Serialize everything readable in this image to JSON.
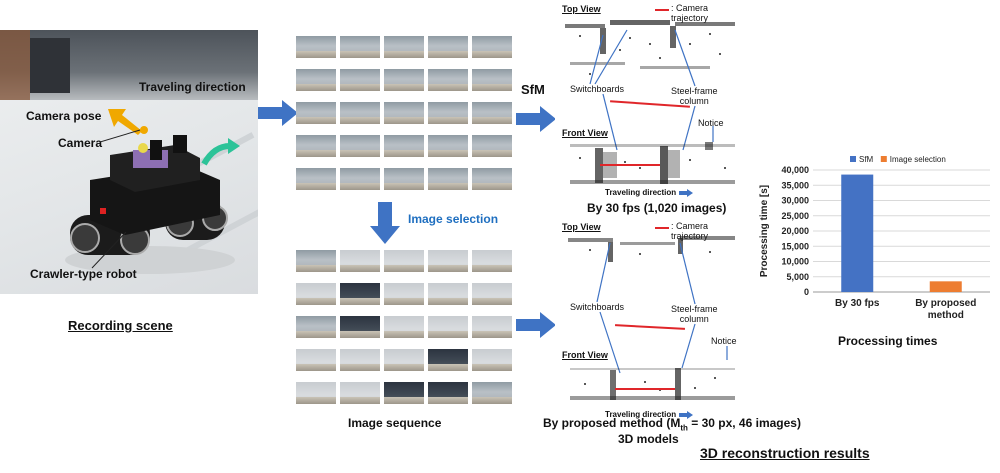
{
  "recording": {
    "traveling_direction": "Traveling direction",
    "camera_pose": "Camera pose",
    "camera": "Camera",
    "robot": "Crawler-type robot",
    "caption": "Recording scene"
  },
  "sequence": {
    "selection_label": "Image selection",
    "caption": "Image sequence"
  },
  "sfm_label": "SfM",
  "model_top": {
    "top_view": "Top View",
    "front_view": "Front View",
    "legend": ": Camera trajectory",
    "switchboards": "Switchboards",
    "steel_line1": "Steel-frame",
    "steel_line2": "column",
    "notice": "Notice",
    "traveling": "Traveling direction",
    "caption": "By 30 fps (1,020 images)"
  },
  "model_bottom": {
    "top_view": "Top View",
    "front_view": "Front View",
    "legend": ": Camera trajectory",
    "switchboards": "Switchboards",
    "steel_line1": "Steel-frame",
    "steel_line2": "column",
    "notice": "Notice",
    "traveling": "Traveling direction",
    "caption_pre": "By proposed method (M",
    "caption_sub": "th",
    "caption_post": " = 30 px, 46 images)"
  },
  "models_caption": "3D models",
  "results_caption": "3D reconstruction results",
  "chart_data": {
    "type": "bar",
    "title": "Processing times",
    "ylabel": "Processing time [s]",
    "categories": [
      "By 30 fps",
      "By proposed method"
    ],
    "category_lines": [
      [
        "By 30 fps"
      ],
      [
        "By proposed",
        "method"
      ]
    ],
    "series": [
      {
        "name": "SfM",
        "color": "#4472c4",
        "values": [
          38500,
          0
        ]
      },
      {
        "name": "Image selection",
        "color": "#ed7d31",
        "values": [
          0,
          3500
        ]
      }
    ],
    "ylim": [
      0,
      40000
    ],
    "yticks": [
      "0",
      "5,000",
      "10,000",
      "15,000",
      "20,000",
      "25,000",
      "30,000",
      "35,000",
      "40,000"
    ],
    "grid": true,
    "legend_position": "top"
  },
  "colors": {
    "arrow_blue": "#3f73c4",
    "camera_arrow": "#f0a800",
    "trajectory": "#e0262a",
    "label_blue": "#1f6fc0"
  }
}
